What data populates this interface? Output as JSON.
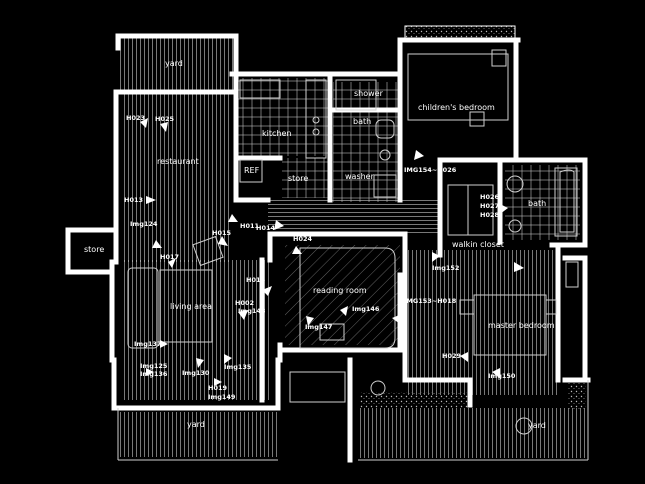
{
  "plan": {
    "colors": {
      "background": "#000000",
      "wall": "#ffffff",
      "line": "#d8d8d8",
      "hatch": "#9a9a9a",
      "marker": "#ffffff"
    },
    "rooms": {
      "yard_top": "yard",
      "kitchen": "kitchen",
      "shower": "shower",
      "bath_top": "bath",
      "childrens_bedroom": "children's bedroom",
      "restaurant": "restaurant",
      "ref": "REF",
      "store_top": "store",
      "washer": "washer",
      "bath_right": "bath",
      "store_left": "store",
      "walkin_closet": "walkin closet",
      "living_area": "living area",
      "reading_room": "reading room",
      "master_bedroom": "master bedroom",
      "yard_bottom_left": "yard",
      "yard_bottom_right": "yard"
    },
    "markers": {
      "h023": "H023",
      "h025": "H025",
      "h013": "H013",
      "img124": "Img124",
      "h015": "H015",
      "h011": "H011",
      "h014": "H014",
      "h017": "H017",
      "h024": "H024",
      "h016": "H016",
      "h002": "H002",
      "img148": "Img148",
      "img147": "Img147",
      "img146": "Img146",
      "img153_h018": "IMG153~H018",
      "img152": "Img152",
      "img154_h026": "IMG154~H026",
      "h026": "H026",
      "h027": "H027",
      "h028": "H028",
      "h029": "H029",
      "img150": "Img150",
      "img137": "Img137",
      "img125": "Img125",
      "img136": "Img136",
      "img130": "Img130",
      "img135": "Img135",
      "h019": "H019",
      "img149": "Img149"
    }
  }
}
